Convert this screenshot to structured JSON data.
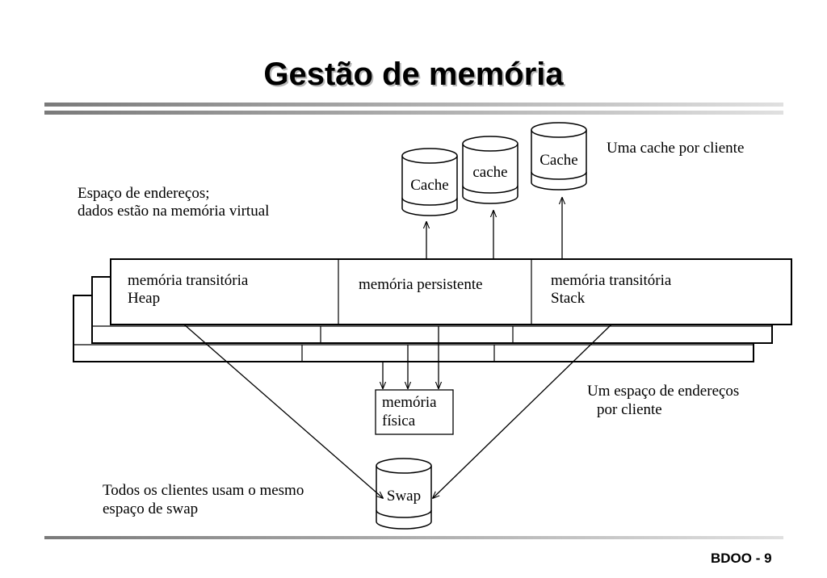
{
  "slide": {
    "title": "Gestão de memória",
    "footer": "BDOO - 9"
  },
  "diagram": {
    "caches": [
      {
        "label": "Cache"
      },
      {
        "label": "cache"
      },
      {
        "label": "Cache"
      }
    ],
    "cache_note": "Uma cache por cliente",
    "address_space_note": [
      "Espaço de endereços;",
      "dados estão na memória virtual"
    ],
    "regions": [
      {
        "line1": "memória transitória",
        "line2": "Heap"
      },
      {
        "line1": "memória persistente",
        "line2": ""
      },
      {
        "line1": "memória transitória",
        "line2": "Stack"
      }
    ],
    "physical_memory": [
      "memória",
      "física"
    ],
    "per_client_note": [
      "Um espaço de endereços",
      "por cliente"
    ],
    "swap": {
      "label": "Swap"
    },
    "swap_note": [
      "Todos os clientes usam o mesmo",
      "espaço de swap"
    ]
  },
  "colors": {
    "line": "#000000",
    "rule_dark": "#7a7a7a",
    "rule_light": "#d6d6d6"
  }
}
